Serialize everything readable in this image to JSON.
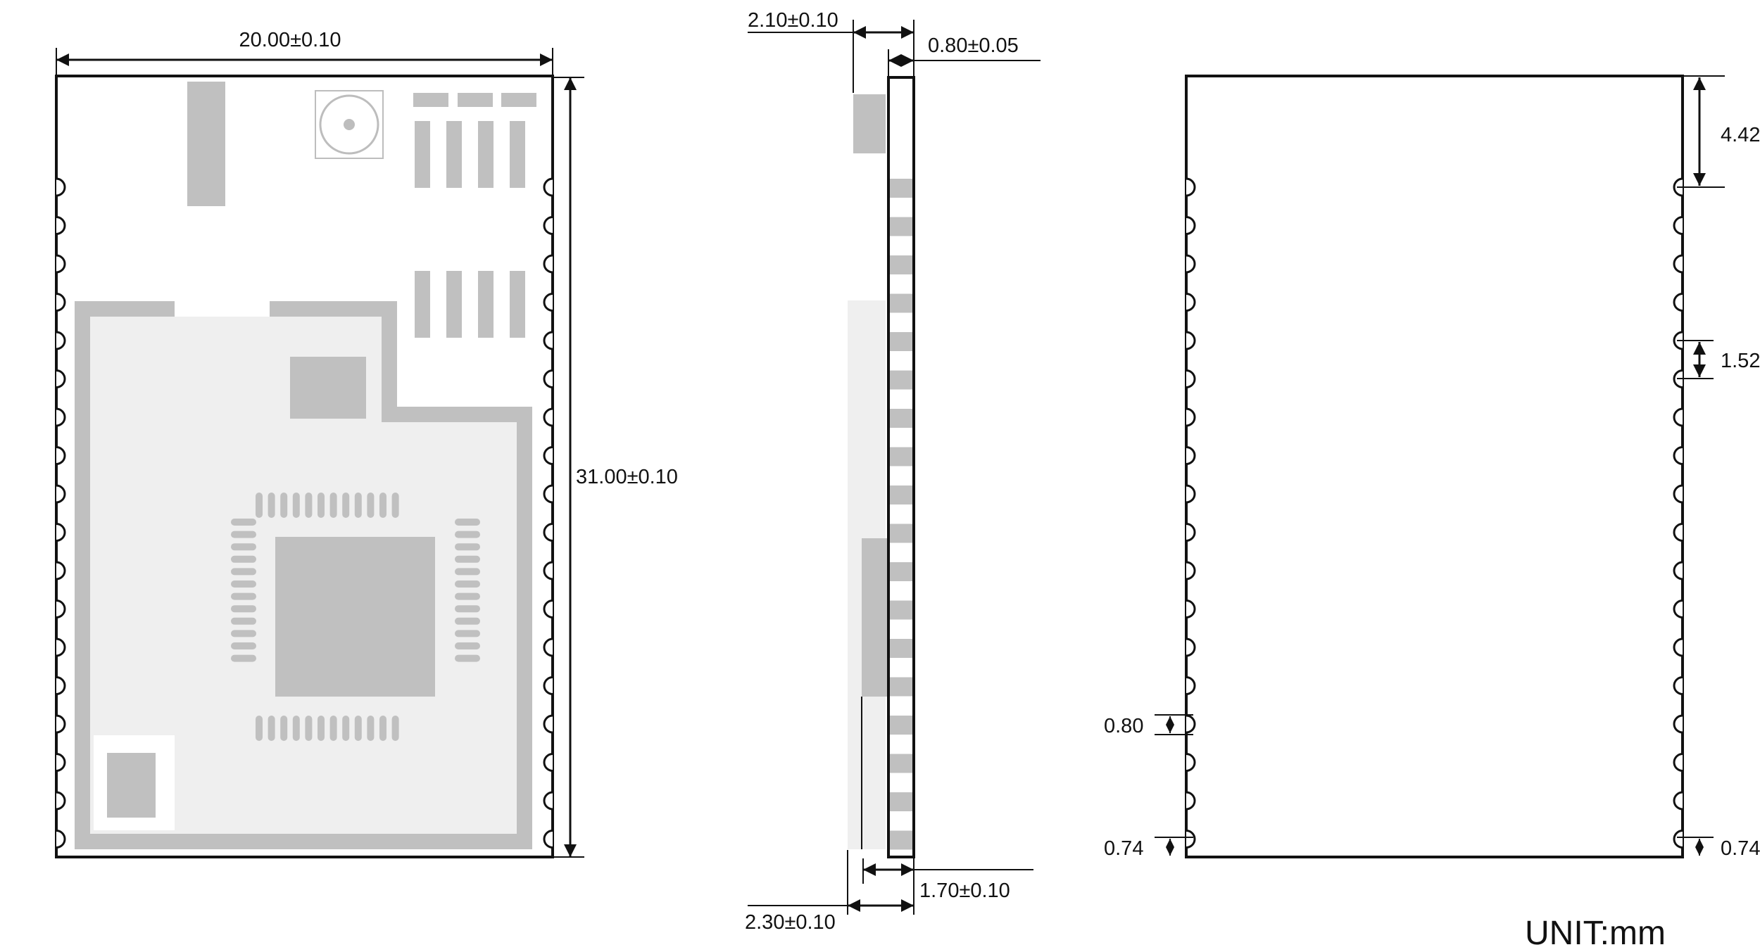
{
  "top_view": {
    "width_label": "20.00±0.10",
    "height_label": "31.00±0.10"
  },
  "side_view": {
    "total_label": "2.10±0.10",
    "pcb_label": "0.80±0.05",
    "shield_label": "1.70±0.10",
    "overall_label": "2.30±0.10"
  },
  "bottom_view": {
    "top_offset_label": "4.42",
    "pitch_label": "1.52",
    "pad_width_label": "0.80",
    "bottom_offset_left_label": "0.74",
    "bottom_offset_right_label": "0.74"
  },
  "unit_label": "UNIT:mm"
}
